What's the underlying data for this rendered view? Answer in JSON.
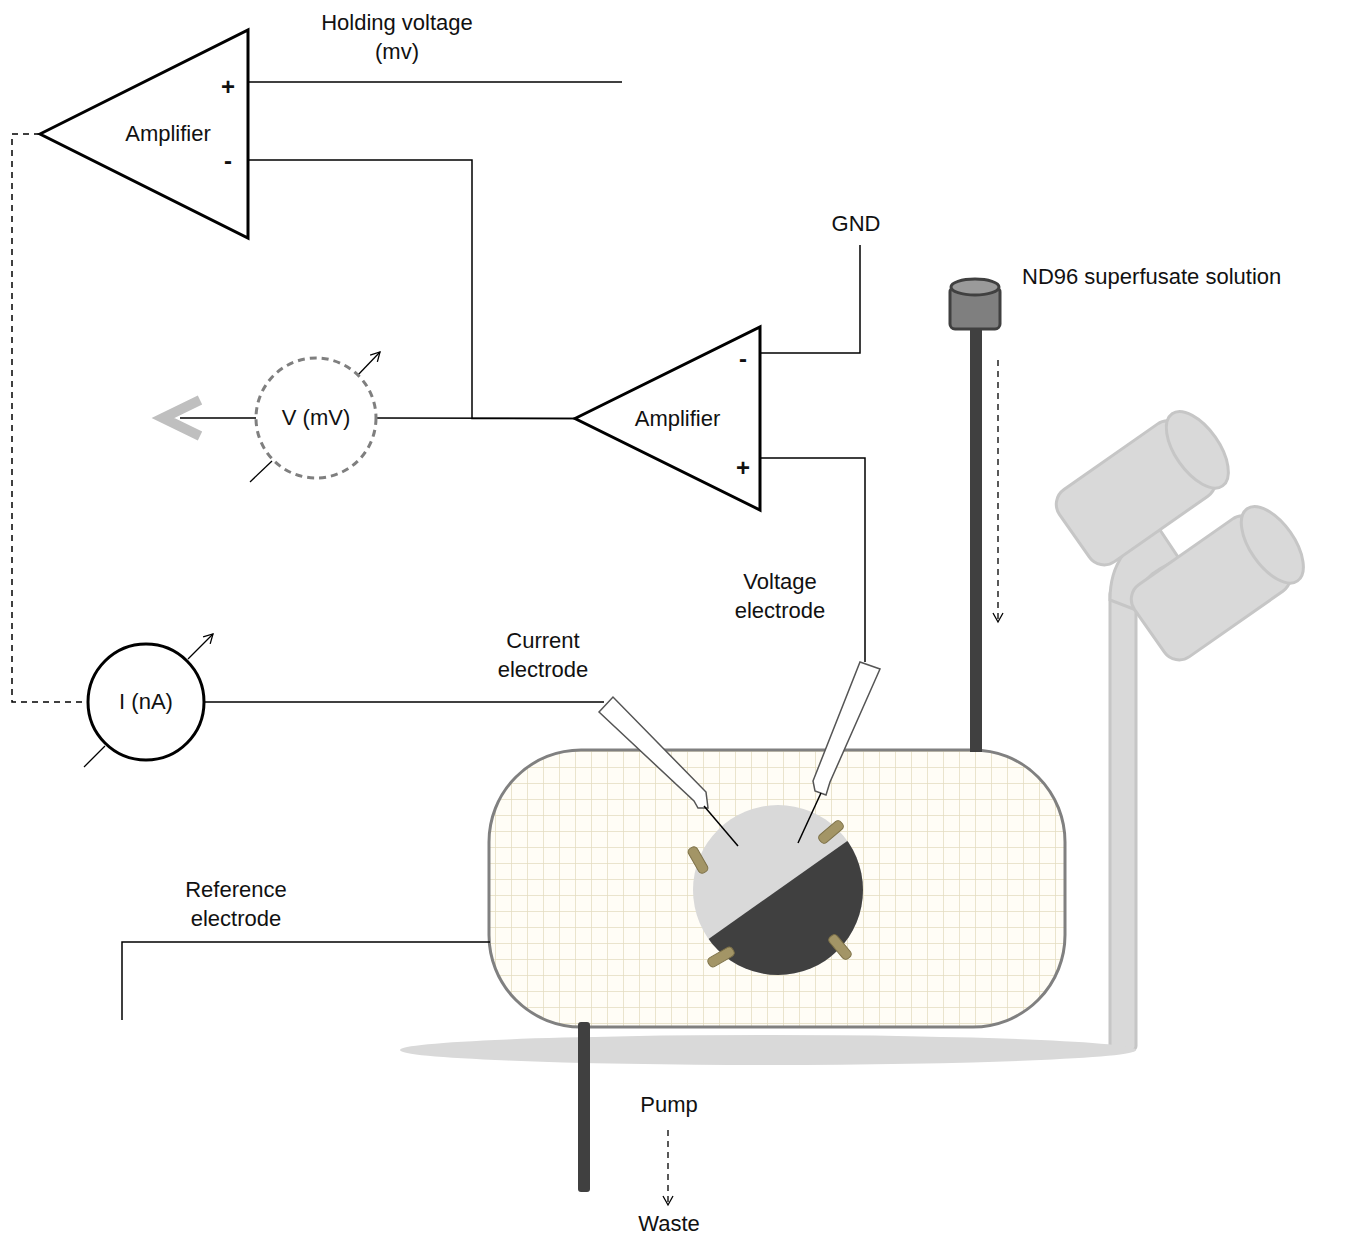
{
  "diagram": {
    "nodes": [
      {
        "text": [
          "Amplifier"
        ]
      },
      {
        "text": [
          "V (mV)"
        ]
      },
      {
        "text": [
          "Amplifier"
        ]
      },
      {
        "text": [
          "I (nA)"
        ]
      }
    ],
    "edges": [
      {
        "from": 2,
        "to": 1,
        "arrow": "none"
      },
      {
        "from": 2,
        "to": 0,
        "arrow": "none"
      },
      {
        "from": 0,
        "to": 3,
        "arrow": "none"
      }
    ],
    "labels": [
      "Holding voltage (mv)",
      "+",
      "-",
      "-",
      "+",
      "GND",
      "ND96 superfusate solution",
      "Voltage electrode",
      "Current electrode",
      "Reference electrode",
      "Pump",
      "Waste"
    ]
  }
}
